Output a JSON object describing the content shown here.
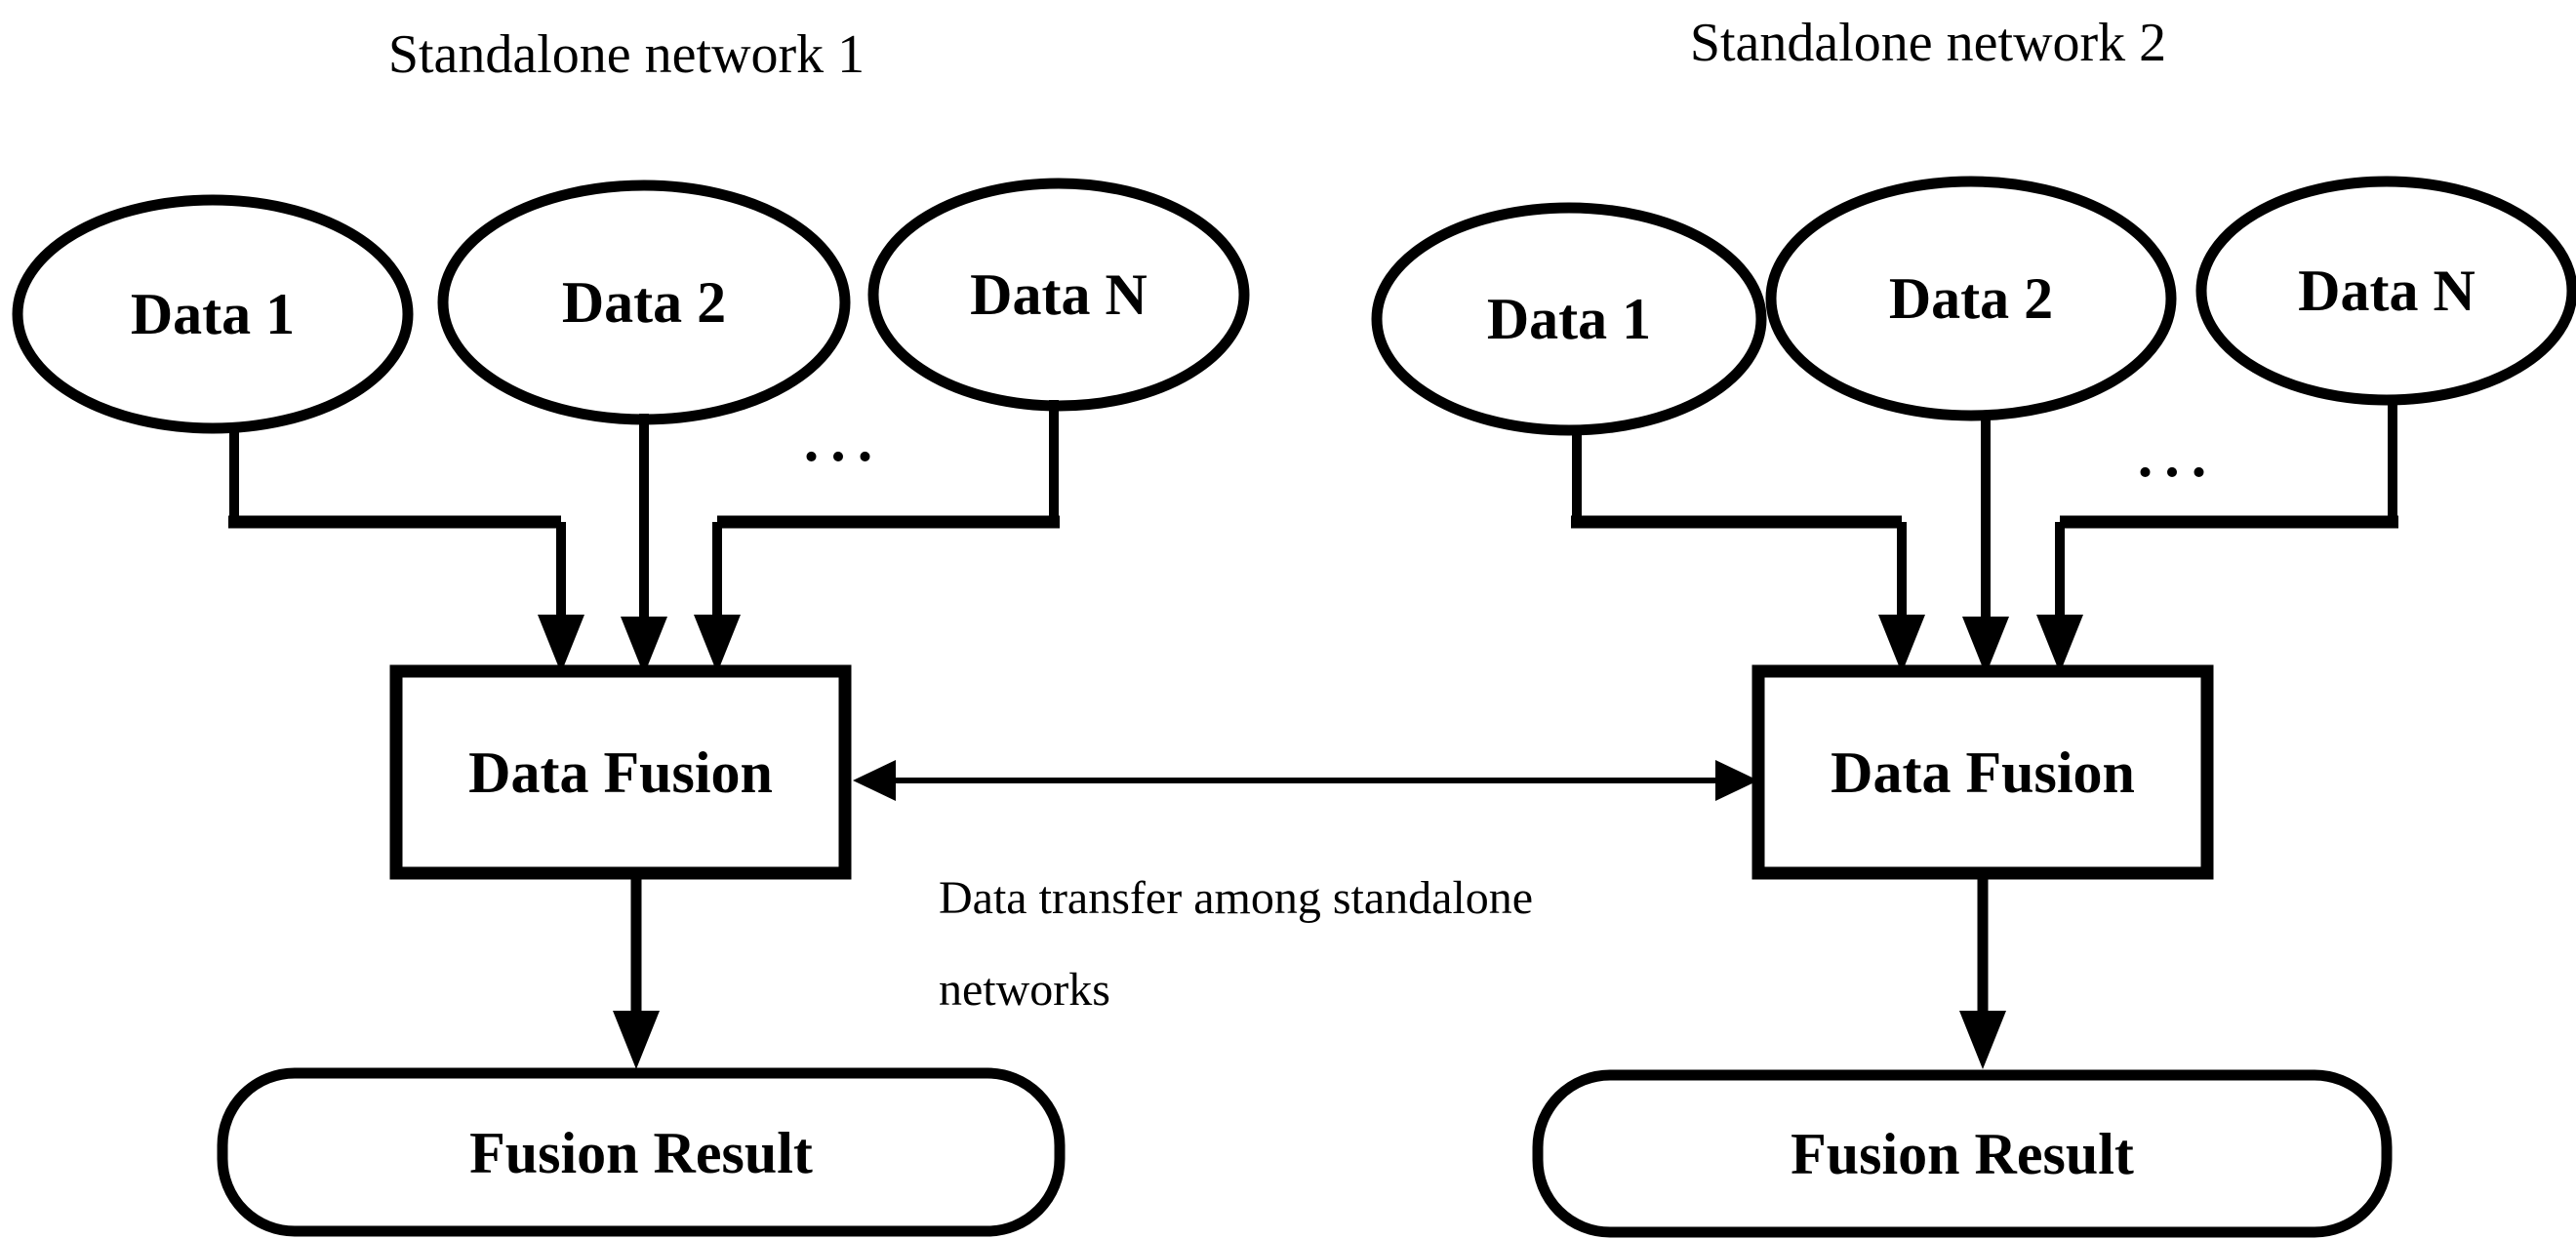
{
  "figure": {
    "background_color": "#ffffff",
    "ink_color": "#000000",
    "type": "dataflow-diagram"
  },
  "networks": [
    {
      "title": "Standalone network 1",
      "nodes": [
        "Data 1",
        "Data 2",
        "Data N"
      ],
      "ellipsis": "...",
      "fusion_label": "Data Fusion",
      "result_label": "Fusion Result"
    },
    {
      "title": "Standalone network 2",
      "nodes": [
        "Data 1",
        "Data 2",
        "Data N"
      ],
      "ellipsis": "...",
      "fusion_label": "Data Fusion",
      "result_label": "Fusion Result"
    }
  ],
  "transfer": {
    "line1": "Data transfer among standalone",
    "line2": "networks"
  }
}
